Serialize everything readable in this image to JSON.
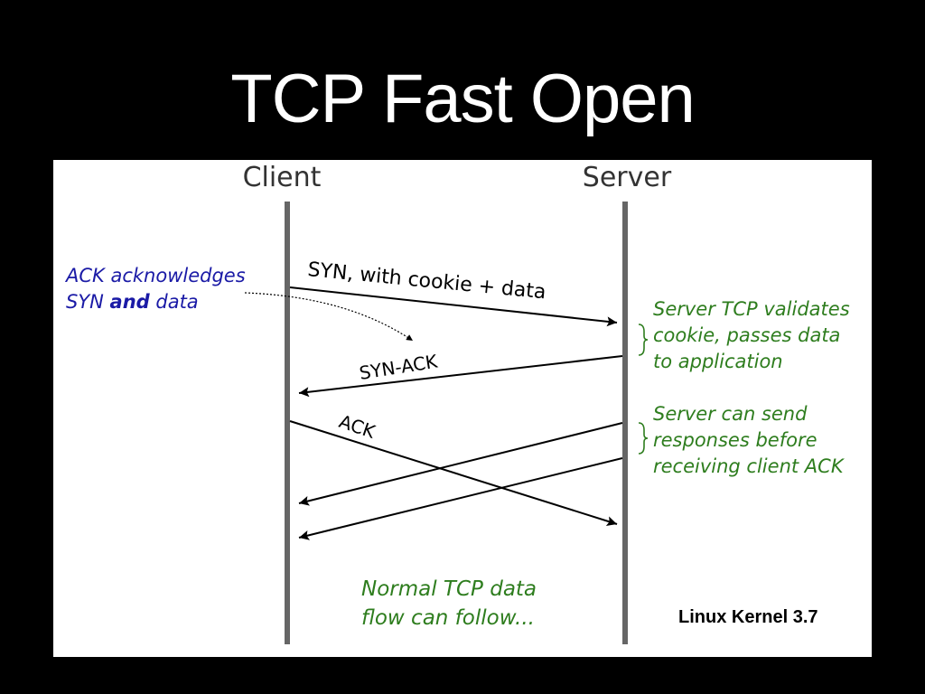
{
  "slide": {
    "title": "TCP Fast Open",
    "badge": "Linux Kernel 3.7"
  },
  "diagram": {
    "participants": {
      "client": "Client",
      "server": "Server"
    },
    "messages": {
      "syn": "SYN, with cookie + data",
      "synack": "SYN-ACK",
      "ack": "ACK"
    },
    "client_note": {
      "line1": "ACK acknowledges",
      "line2_start": "SYN ",
      "line2_bold": "and",
      "line2_end": " data"
    },
    "server_notes": {
      "validate": [
        "Server TCP validates",
        "cookie, passes data",
        "to application"
      ],
      "responses": [
        "Server can send",
        "responses before",
        "receiving client ACK"
      ]
    },
    "footer_note": [
      "Normal TCP data",
      "flow can follow..."
    ],
    "colors": {
      "note_blue": "#1a1aa6",
      "note_green": "#2e7d1e",
      "lifeline": "#666666",
      "arrow": "#000000"
    }
  }
}
